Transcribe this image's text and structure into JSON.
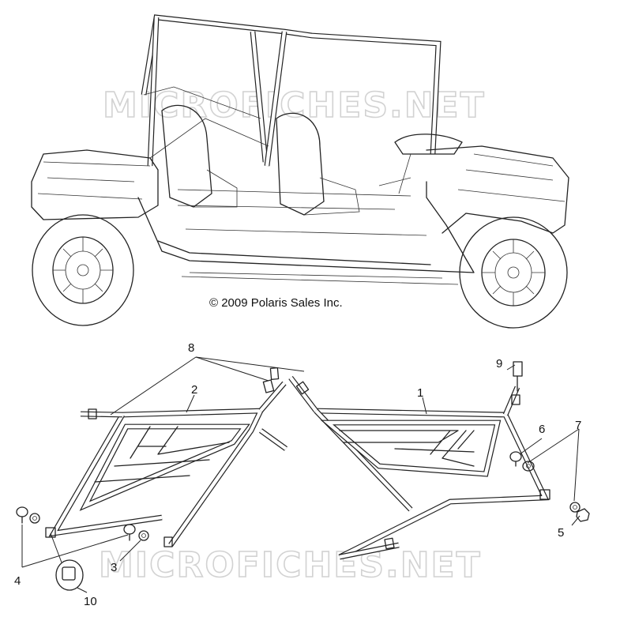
{
  "watermark": {
    "top": "MICROFICHES.NET",
    "bottom": "MICROFICHES.NET"
  },
  "copyright": "© 2009 Polaris Sales Inc.",
  "callouts": {
    "c1": "1",
    "c2": "2",
    "c3": "3",
    "c4": "4",
    "c5": "5",
    "c6": "6",
    "c7": "7",
    "c8": "8",
    "c9": "9",
    "c10": "10"
  }
}
